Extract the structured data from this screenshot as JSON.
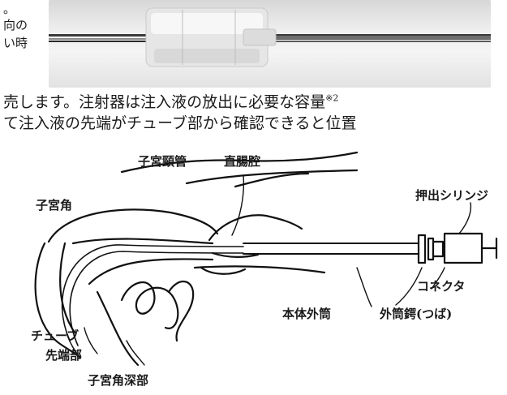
{
  "left_text_fragments": [
    "。",
    "向の",
    "い時"
  ],
  "paragraph": {
    "line1_text": "売します。注射器は注入液の放出に必要な容量",
    "line1_note": "※2",
    "line2_text": "て注入液の先端がチューブ部から確認できると位置"
  },
  "diagram_labels": {
    "cervical_canal": "子宮頸管",
    "rectal_cavity": "直腸腔",
    "uterine_horn": "子宮角",
    "extrusion_syringe": "押出シリンジ",
    "connector": "コネクタ",
    "outer_tube_collar": "外筒鍔(つば)",
    "body_outer_tube": "本体外筒",
    "tube": "チューブ",
    "tip": "先端部",
    "deep_uterine_horn": "子宮角深部"
  }
}
